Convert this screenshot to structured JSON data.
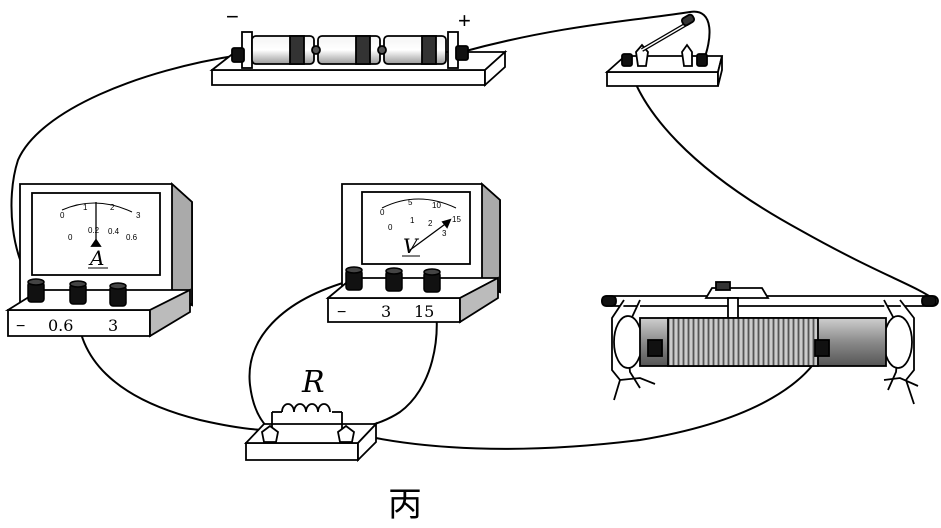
{
  "battery": {
    "neg": "−",
    "pos": "+"
  },
  "ammeter": {
    "symbol": "A",
    "terminals": [
      "−",
      "0.6",
      "3"
    ],
    "scale_inner": [
      "0",
      "0.2",
      "0.4",
      "0.6"
    ],
    "scale_outer": [
      "0",
      "1",
      "2",
      "3"
    ]
  },
  "voltmeter": {
    "symbol": "V",
    "terminals": [
      "−",
      "3",
      "15"
    ],
    "scale_inner": [
      "0",
      "1",
      "2",
      "3"
    ],
    "scale_outer": [
      "0",
      "5",
      "10",
      "15"
    ]
  },
  "resistor": {
    "label": "R"
  },
  "caption": "丙"
}
